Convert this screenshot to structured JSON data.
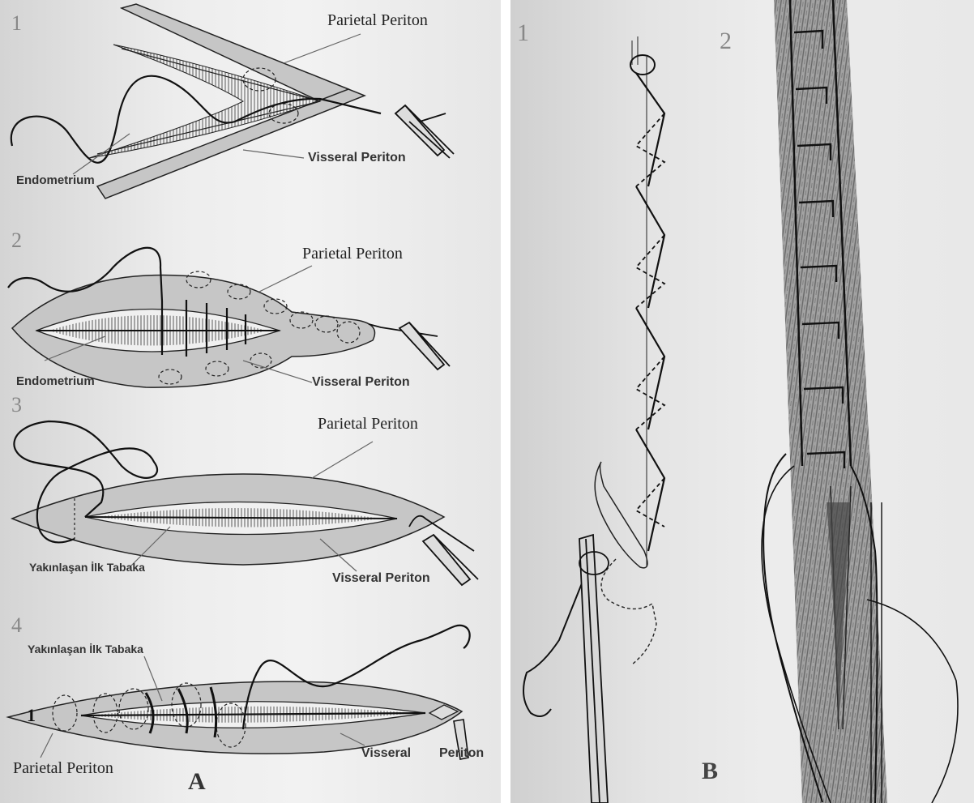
{
  "panel_a": {
    "letter": "A",
    "steps": [
      {
        "num": "1",
        "labels": {
          "parietal": "Parietal Periton",
          "visseral": "Visseral Periton",
          "endometrium": "Endometrium"
        }
      },
      {
        "num": "2",
        "labels": {
          "parietal": "Parietal Periton",
          "visseral": "Visseral Periton",
          "endometrium": "Endometrium"
        }
      },
      {
        "num": "3",
        "labels": {
          "parietal": "Parietal Periton",
          "visseral": "Visseral Periton",
          "ilk": "Yakınlaşan İlk Tabaka"
        }
      },
      {
        "num": "4",
        "labels": {
          "parietal": "Parietal Periton",
          "visseral": "Visseral",
          "periton": "Periton",
          "ilk": "Yakınlaşan İlk Tabaka"
        }
      }
    ]
  },
  "panel_b": {
    "letter": "B",
    "steps": [
      {
        "num": "1"
      },
      {
        "num": "2"
      }
    ]
  },
  "colors": {
    "tissue": "#c8c8c8",
    "line": "#1a1a1a",
    "label_line": "#666666",
    "muscle": "#555555"
  }
}
